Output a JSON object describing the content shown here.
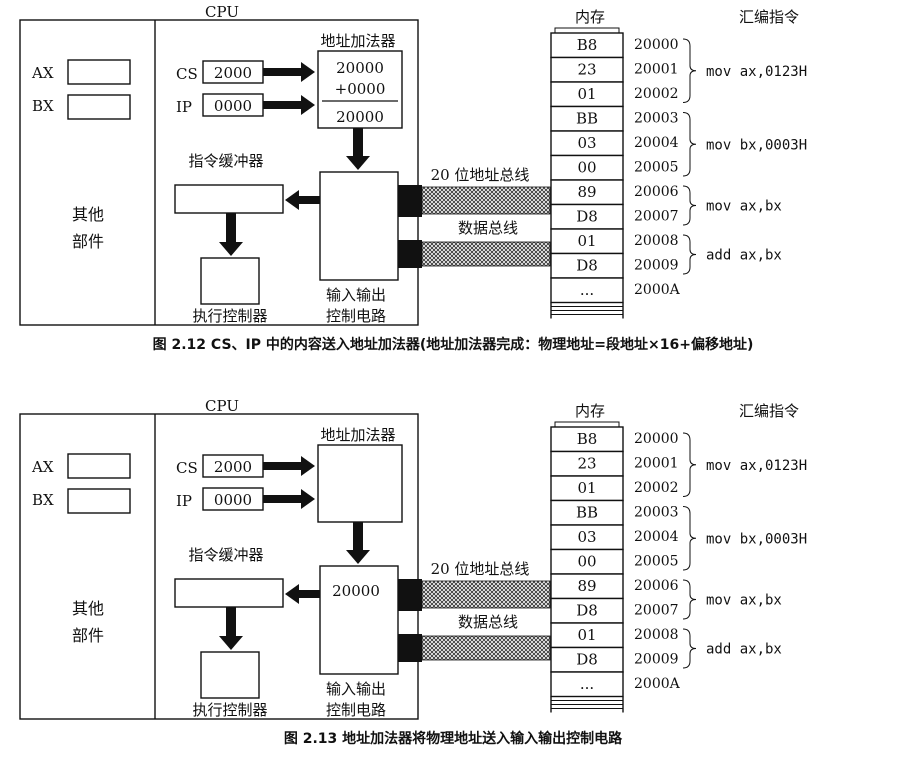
{
  "figures": [
    {
      "cpu_label": "CPU",
      "ax_label": "AX",
      "bx_label": "BX",
      "other_parts": [
        "其他",
        "部件"
      ],
      "cs_label": "CS",
      "cs_value": "2000",
      "ip_label": "IP",
      "ip_value": "0000",
      "adder_title": "地址加法器",
      "adder_lines": [
        "20000",
        "+0000",
        "20000"
      ],
      "buffer_title": "指令缓冲器",
      "exec_title": "执行控制器",
      "io_block_value": "",
      "io_title": [
        "输入输出",
        "控制电路"
      ],
      "addr_bus_label": "20 位地址总线",
      "data_bus_label": "数据总线",
      "mem_title": "内存",
      "asm_title": "汇编指令",
      "memory": [
        {
          "value": "B8",
          "addr": "20000"
        },
        {
          "value": "23",
          "addr": "20001"
        },
        {
          "value": "01",
          "addr": "20002"
        },
        {
          "value": "BB",
          "addr": "20003"
        },
        {
          "value": "03",
          "addr": "20004"
        },
        {
          "value": "00",
          "addr": "20005"
        },
        {
          "value": "89",
          "addr": "20006"
        },
        {
          "value": "D8",
          "addr": "20007"
        },
        {
          "value": "01",
          "addr": "20008"
        },
        {
          "value": "D8",
          "addr": "20009"
        },
        {
          "value": "...",
          "addr": "2000A"
        }
      ],
      "instructions": [
        "mov ax,0123H",
        "mov bx,0003H",
        "mov ax,bx",
        "add ax,bx"
      ],
      "caption": "图 2.12   CS、IP 中的内容送入地址加法器(地址加法器完成：物理地址=段地址×16+偏移地址)"
    },
    {
      "cpu_label": "CPU",
      "ax_label": "AX",
      "bx_label": "BX",
      "other_parts": [
        "其他",
        "部件"
      ],
      "cs_label": "CS",
      "cs_value": "2000",
      "ip_label": "IP",
      "ip_value": "0000",
      "adder_title": "地址加法器",
      "adder_lines": [],
      "buffer_title": "指令缓冲器",
      "exec_title": "执行控制器",
      "io_block_value": "20000",
      "io_title": [
        "输入输出",
        "控制电路"
      ],
      "addr_bus_label": "20 位地址总线",
      "data_bus_label": "数据总线",
      "mem_title": "内存",
      "asm_title": "汇编指令",
      "memory": [
        {
          "value": "B8",
          "addr": "20000"
        },
        {
          "value": "23",
          "addr": "20001"
        },
        {
          "value": "01",
          "addr": "20002"
        },
        {
          "value": "BB",
          "addr": "20003"
        },
        {
          "value": "03",
          "addr": "20004"
        },
        {
          "value": "00",
          "addr": "20005"
        },
        {
          "value": "89",
          "addr": "20006"
        },
        {
          "value": "D8",
          "addr": "20007"
        },
        {
          "value": "01",
          "addr": "20008"
        },
        {
          "value": "D8",
          "addr": "20009"
        },
        {
          "value": "...",
          "addr": "2000A"
        }
      ],
      "instructions": [
        "mov ax,0123H",
        "mov bx,0003H",
        "mov ax,bx",
        "add ax,bx"
      ],
      "caption": "图 2.13   地址加法器将物理地址送入输入输出控制电路"
    }
  ]
}
